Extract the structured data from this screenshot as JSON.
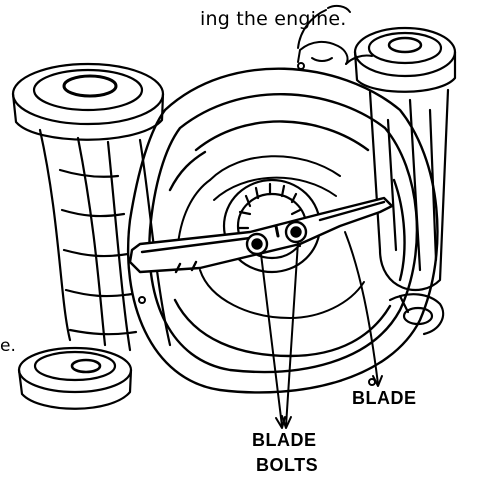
{
  "caption_fragment": "ing the engine.",
  "side_fragment": "e.",
  "labels": {
    "blade": "BLADE",
    "blade_bolts_line1": "BLADE",
    "blade_bolts_line2": "BOLTS"
  },
  "colors": {
    "line": "#000000",
    "background": "#ffffff"
  }
}
